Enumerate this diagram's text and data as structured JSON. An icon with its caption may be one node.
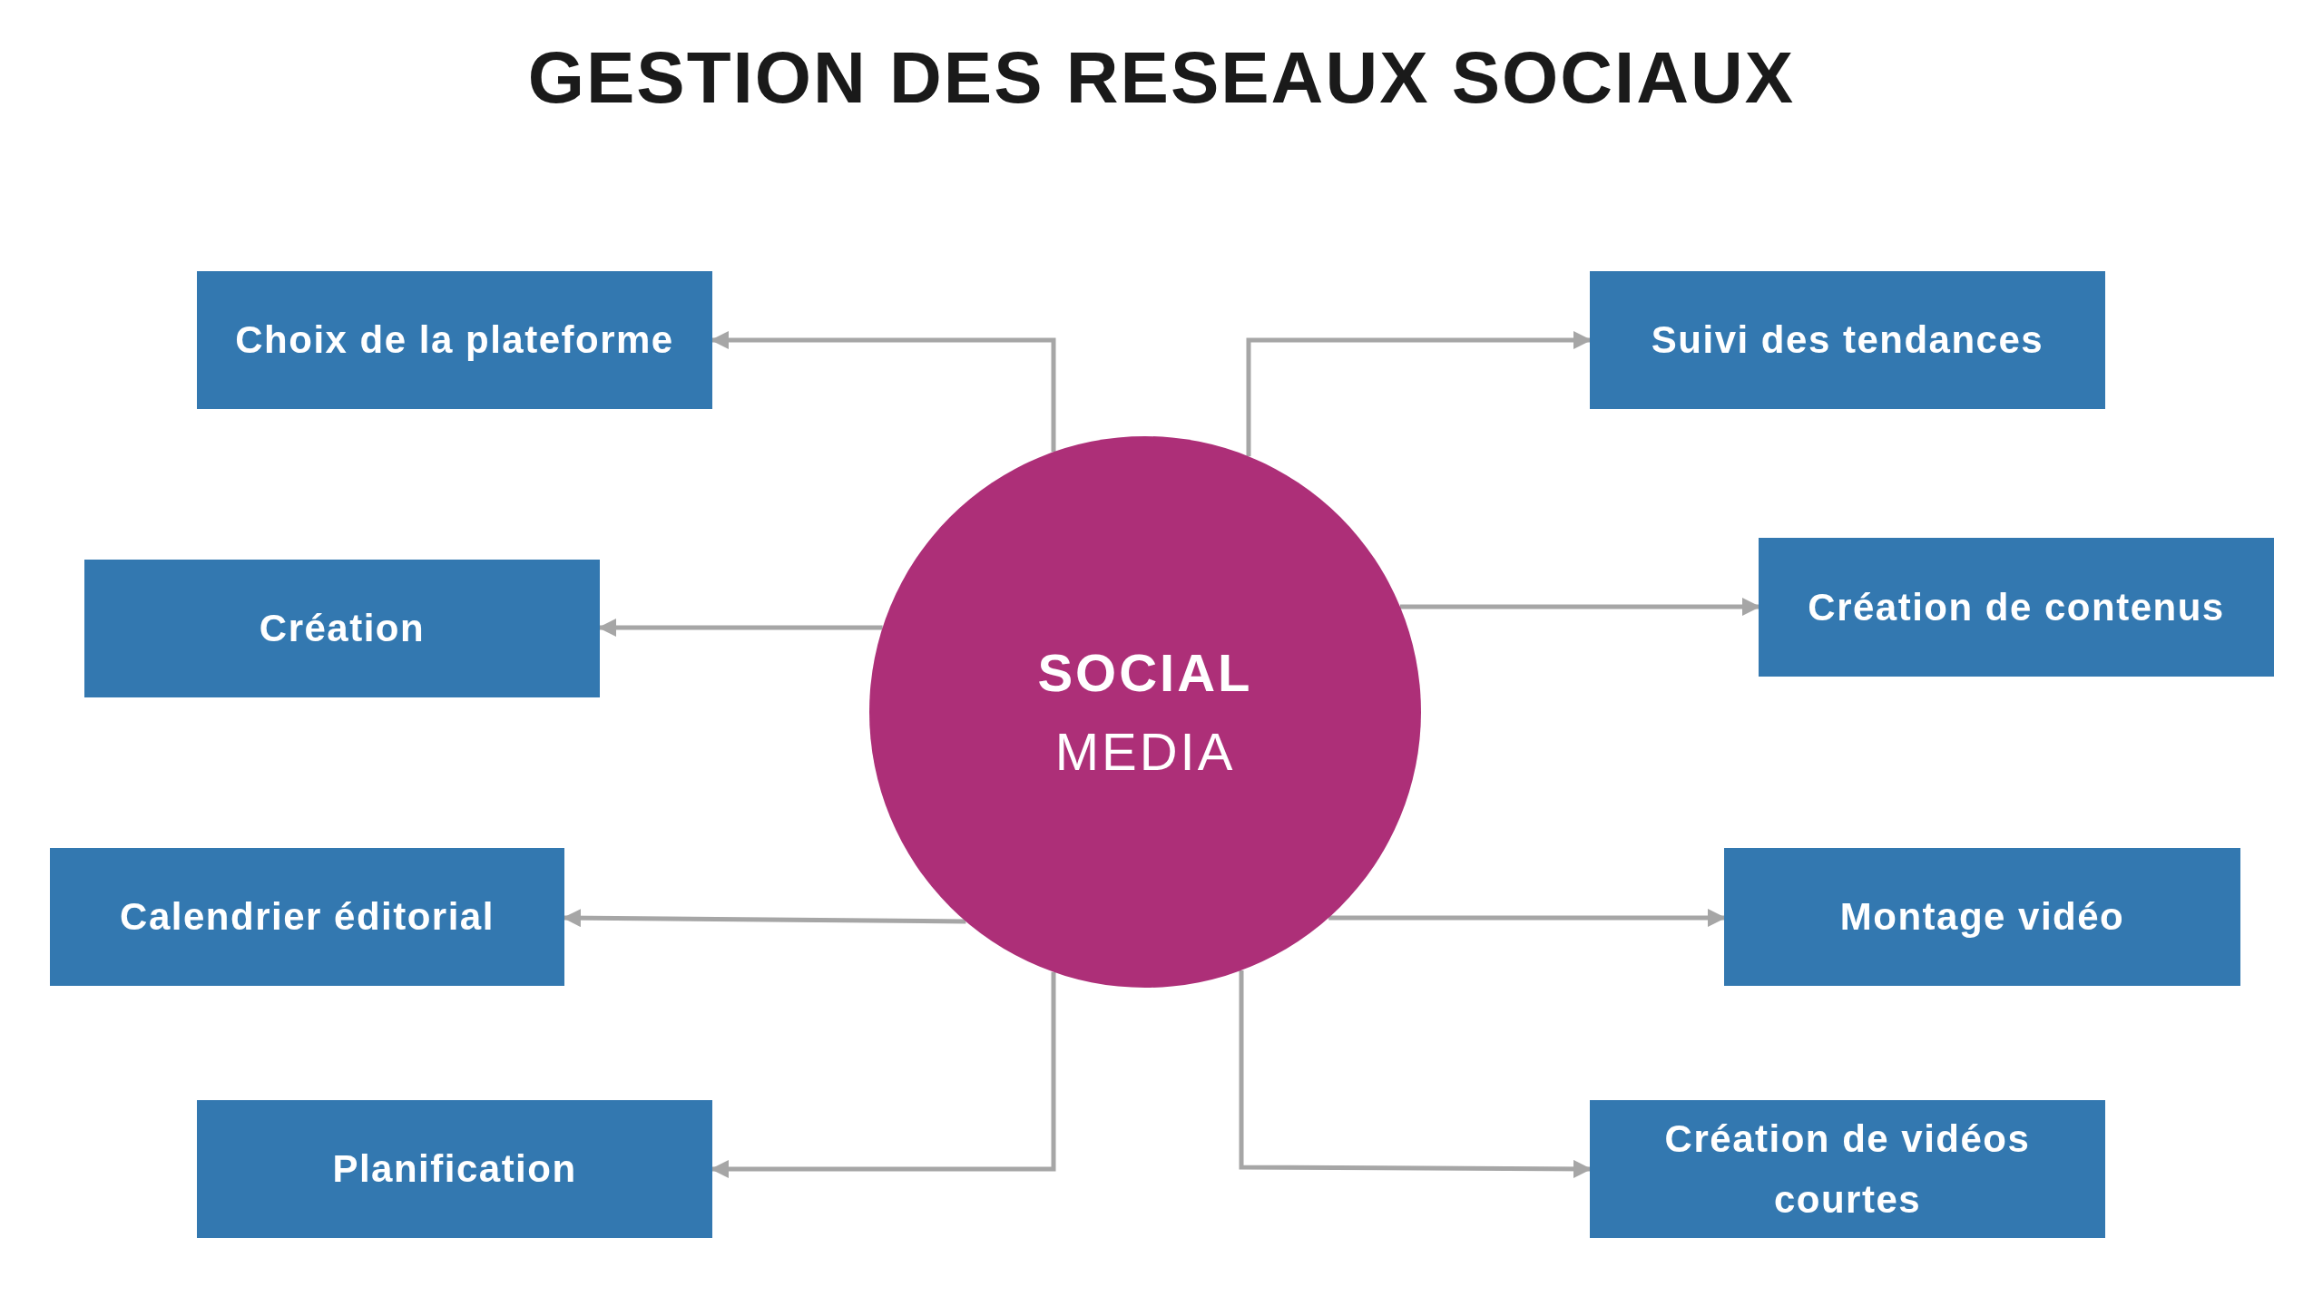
{
  "diagram": {
    "title": "GESTION DES RESEAUX SOCIAUX",
    "nodes": [
      {
        "text": [
          "Choix de la plateforme"
        ]
      },
      {
        "text": [
          "Suivi des tendances"
        ]
      },
      {
        "text": [
          "SOCIAL",
          "MEDIA"
        ]
      },
      {
        "text": [
          "Création"
        ]
      },
      {
        "text": [
          "Création de contenus"
        ]
      },
      {
        "text": [
          "Calendrier éditorial"
        ]
      },
      {
        "text": [
          "Montage vidéo"
        ]
      },
      {
        "text": [
          "Planification"
        ]
      },
      {
        "text": [
          "Création de vidéos courtes"
        ]
      }
    ],
    "edges": [
      {
        "from": 2,
        "to": 0,
        "arrow": "to"
      },
      {
        "from": 2,
        "to": 1,
        "arrow": "to"
      },
      {
        "from": 2,
        "to": 3,
        "arrow": "to"
      },
      {
        "from": 2,
        "to": 4,
        "arrow": "to"
      },
      {
        "from": 2,
        "to": 5,
        "arrow": "to"
      },
      {
        "from": 2,
        "to": 6,
        "arrow": "to"
      },
      {
        "from": 2,
        "to": 7,
        "arrow": "to"
      },
      {
        "from": 2,
        "to": 8,
        "arrow": "to"
      }
    ]
  }
}
